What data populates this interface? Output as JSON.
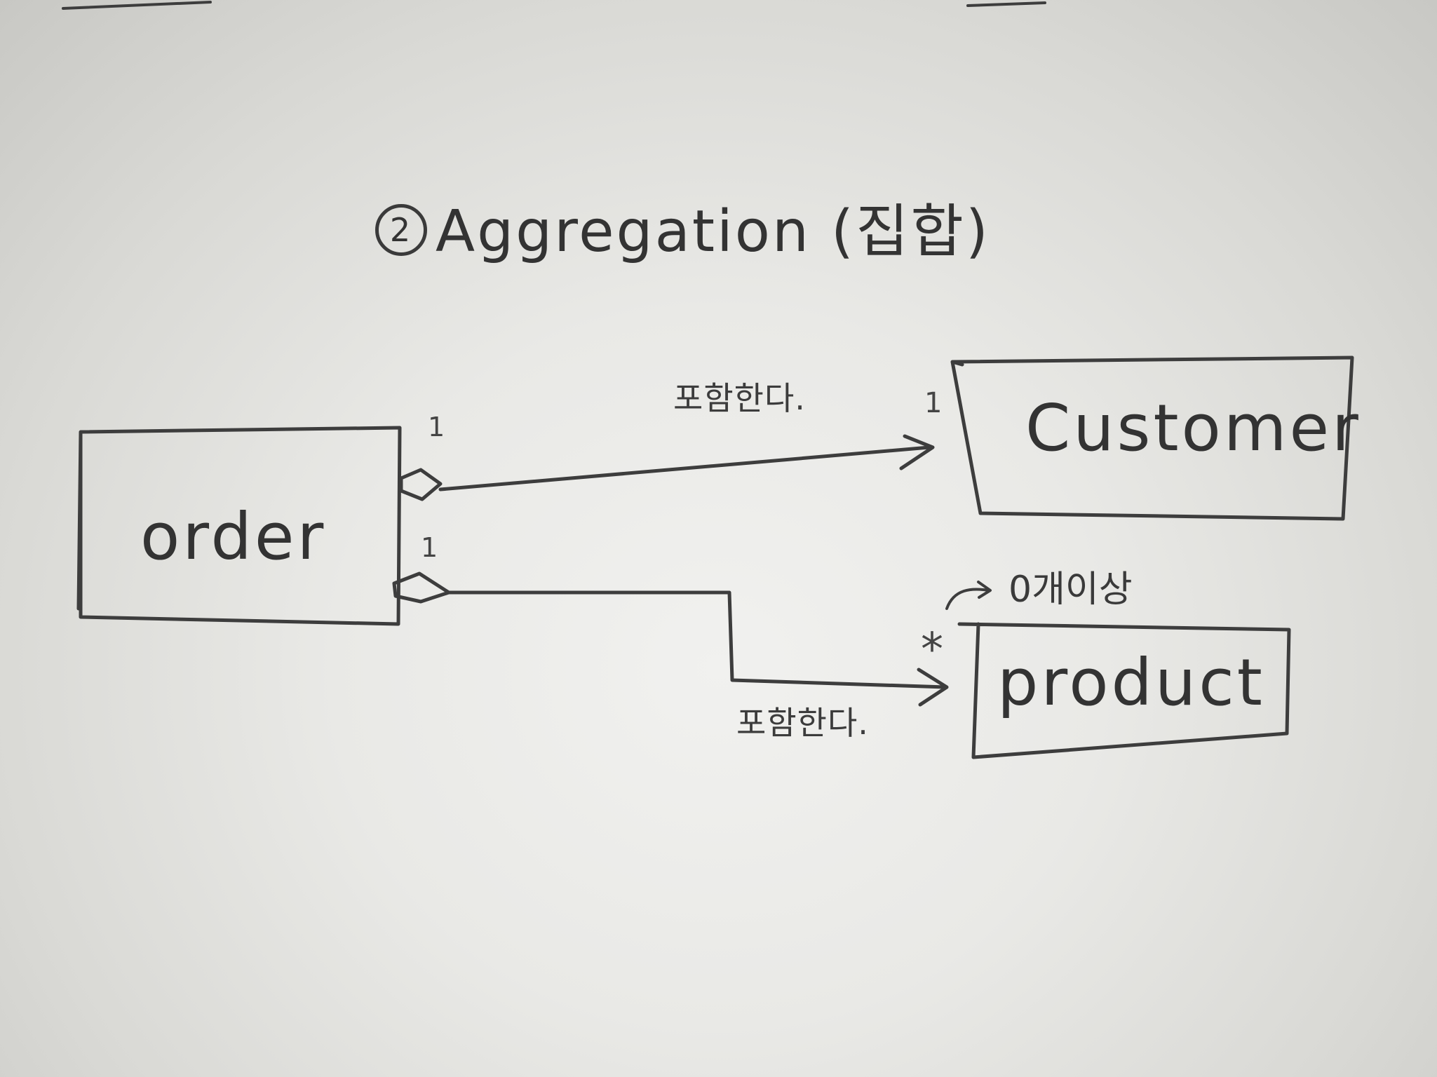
{
  "title": {
    "number": "2",
    "text": "Aggregation (집합)"
  },
  "classes": {
    "order": "order",
    "customer": "Customer",
    "product": "product"
  },
  "associations": {
    "order_customer": {
      "label": "포함한다.",
      "source_multiplicity": "1",
      "target_multiplicity": "1"
    },
    "order_product": {
      "label": "포함한다.",
      "source_multiplicity": "1",
      "target_multiplicity": "*",
      "note": "0개이상"
    }
  },
  "colors": {
    "ink": "#3a3a3a",
    "paper": "#e9e9e6"
  }
}
